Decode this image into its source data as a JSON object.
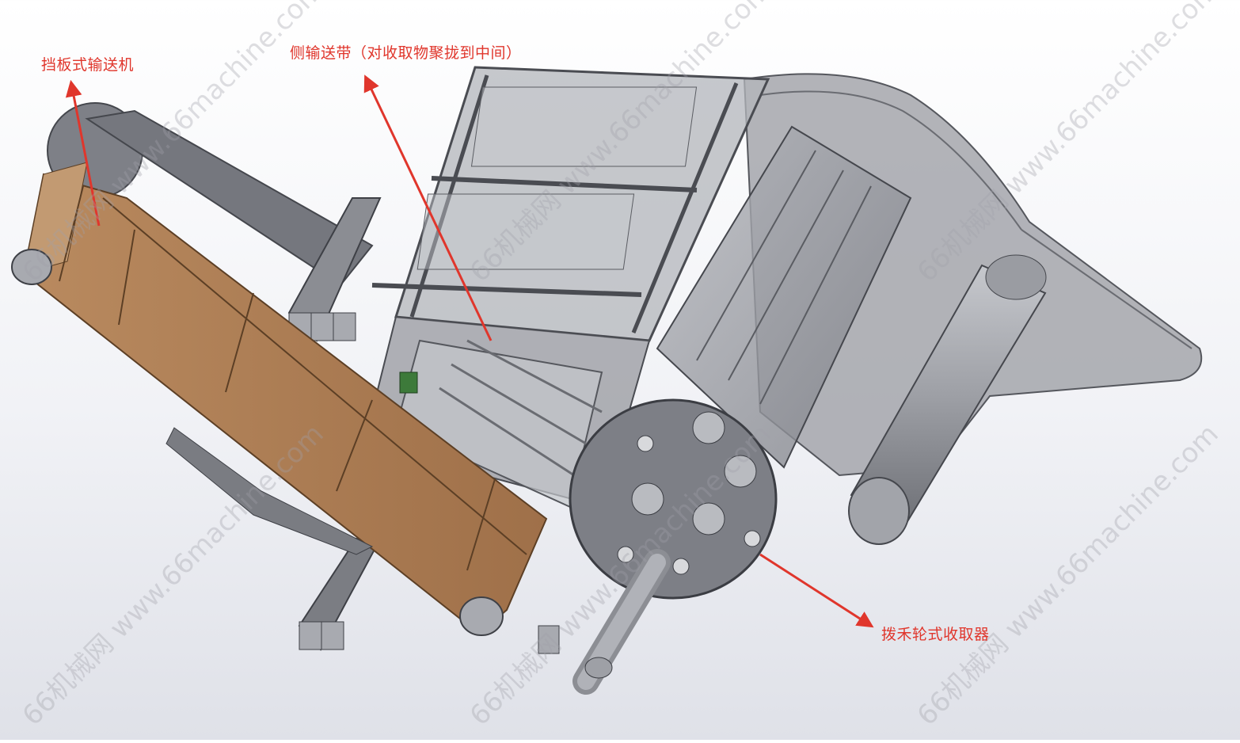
{
  "annotations": {
    "conveyor": "挡板式输送机",
    "side_belt": "侧输送带（对收取物聚拢到中间）",
    "reel_harvester": "拨禾轮式收取器"
  },
  "watermark": "66机械网 www.66machine.com",
  "colors": {
    "annotation": "#e0362c",
    "conveyor_belt": "#a97a52",
    "frame": "#8c8e95",
    "dark_frame": "#4c4e54"
  }
}
